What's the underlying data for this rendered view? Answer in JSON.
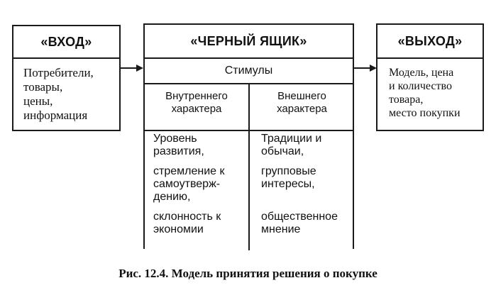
{
  "input": {
    "title": "«ВХОД»",
    "text": "Потребители,\nтовары,\nцены,\nинформация"
  },
  "blackbox": {
    "title": "«ЧЕРНЫЙ ЯЩИК»",
    "stimuli": "Стимулы",
    "internal": {
      "header": "Внутреннего\nхарактера",
      "items": [
        "Уровень\nразвития,",
        "стремление к\nсамоутверж-\nдению,",
        "склонность к\nэкономии"
      ]
    },
    "external": {
      "header": "Внешнего\nхарактера",
      "items": [
        "Традиции и\nобычаи,",
        "групповые\nинтересы,",
        "общественное\nмнение"
      ]
    }
  },
  "output": {
    "title": "«ВЫХОД»",
    "text": "Модель, цена\nи количество\nтовара,\nместо покупки"
  },
  "caption": "Рис. 12.4. Модель принятия решения о покупке"
}
